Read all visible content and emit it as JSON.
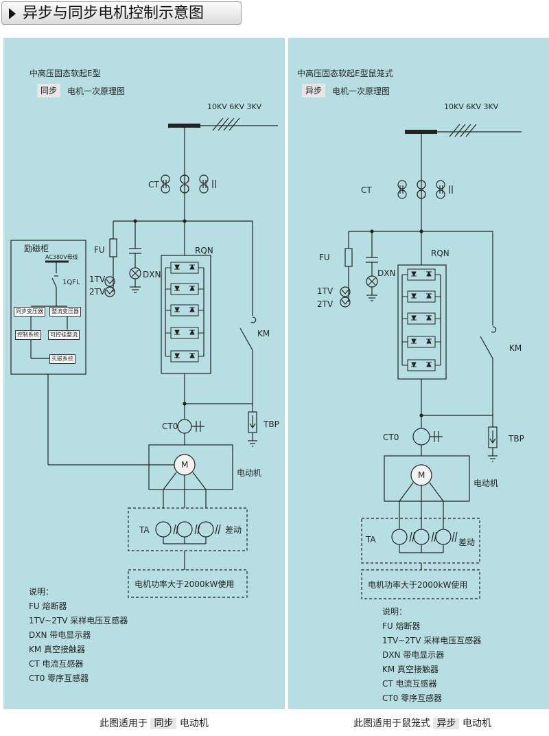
{
  "header": {
    "title": "异步与同步电机控制示意图"
  },
  "left": {
    "title_line1": "中高压固态软起E型",
    "tag": "同步",
    "title_line2_rest": "电机一次原理图",
    "voltage": "10KV 6KV 3KV",
    "ct": "CT",
    "fu": "FU",
    "dxn": "DXN",
    "tv1": "1TV",
    "tv2": "2TV",
    "rqn": "RQN",
    "km": "KM",
    "ct0": "CT0",
    "tbp": "TBP",
    "motor_symbol": "M",
    "motor_label": "电动机",
    "ta": "TA",
    "diff": "差动",
    "power_note": "电机功率大于2000kW使用",
    "excitation": {
      "title": "励磁柜",
      "bus": "AC380V母线",
      "breaker": "1QFL",
      "sync_transformer": "同步变压器",
      "rect_transformer": "整流变压器",
      "control_system": "控制系统",
      "thyristor_rectifier": "可控硅整流",
      "demag_system": "灭磁系统"
    },
    "notes": [
      "说明：",
      "FU 熔断器",
      "1TV~2TV 采样电压互感器",
      "DXN 带电显示器",
      "KM 真空接触器",
      "CT 电流互感器",
      "CT0 零序互感器"
    ],
    "footer_pre": "此图适用于",
    "footer_tag": "同步",
    "footer_post": "电动机"
  },
  "right": {
    "title_line1": "中高压固态软起E型鼠笼式",
    "tag": "异步",
    "title_line2_rest": "电机一次原理图",
    "voltage": "10KV 6KV 3KV",
    "ct": "CT",
    "fu": "FU",
    "dxn": "DXN",
    "tv1": "1TV",
    "tv2": "2TV",
    "rqn": "RQN",
    "km": "KM",
    "ct0": "CT0",
    "tbp": "TBP",
    "motor_symbol": "M",
    "motor_label": "电动机",
    "ta": "TA",
    "diff": "差动",
    "power_note": "电机功率大于2000kW使用",
    "notes": [
      "说明：",
      "FU 熔断器",
      "1TV~2TV 采样电压互感器",
      "DXN 带电显示器",
      "KM 真空接触器",
      "CT 电流互感器",
      "CT0 零序互感器"
    ],
    "footer_pre": "此图适用于鼠笼式",
    "footer_tag": "异步",
    "footer_post": "电动机"
  }
}
